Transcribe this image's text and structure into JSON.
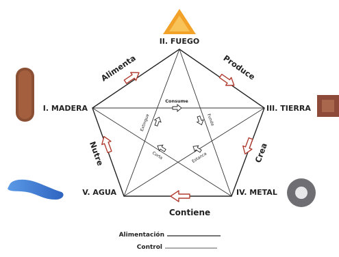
{
  "elements": {
    "madera": "I. MADERA",
    "fuego": "II. FUEGO",
    "tierra": "III. TIERRA",
    "metal": "IV. METAL",
    "agua": "V. AGUA"
  },
  "cycle_labels": {
    "alimenta": "Alimenta",
    "produce": "Produce",
    "crea": "Crea",
    "contiene": "Contiene",
    "nutre": "Nutre"
  },
  "control_labels": {
    "consume": "Consume",
    "funde": "Funde",
    "estanca": "Estanca",
    "corta": "Corta",
    "extingue": "Extingue"
  },
  "legend": {
    "alimentacion": "Alimentación",
    "control": "Control"
  },
  "colors": {
    "arrow_fill": "#ffffff",
    "arrow_stroke": "#b03a2e",
    "line": "#222222",
    "fire": "#f0a830",
    "wood": "#8b4f34",
    "earth": "#8e4a38",
    "metal": "#6e6e73",
    "water": "#3f7fcf"
  }
}
